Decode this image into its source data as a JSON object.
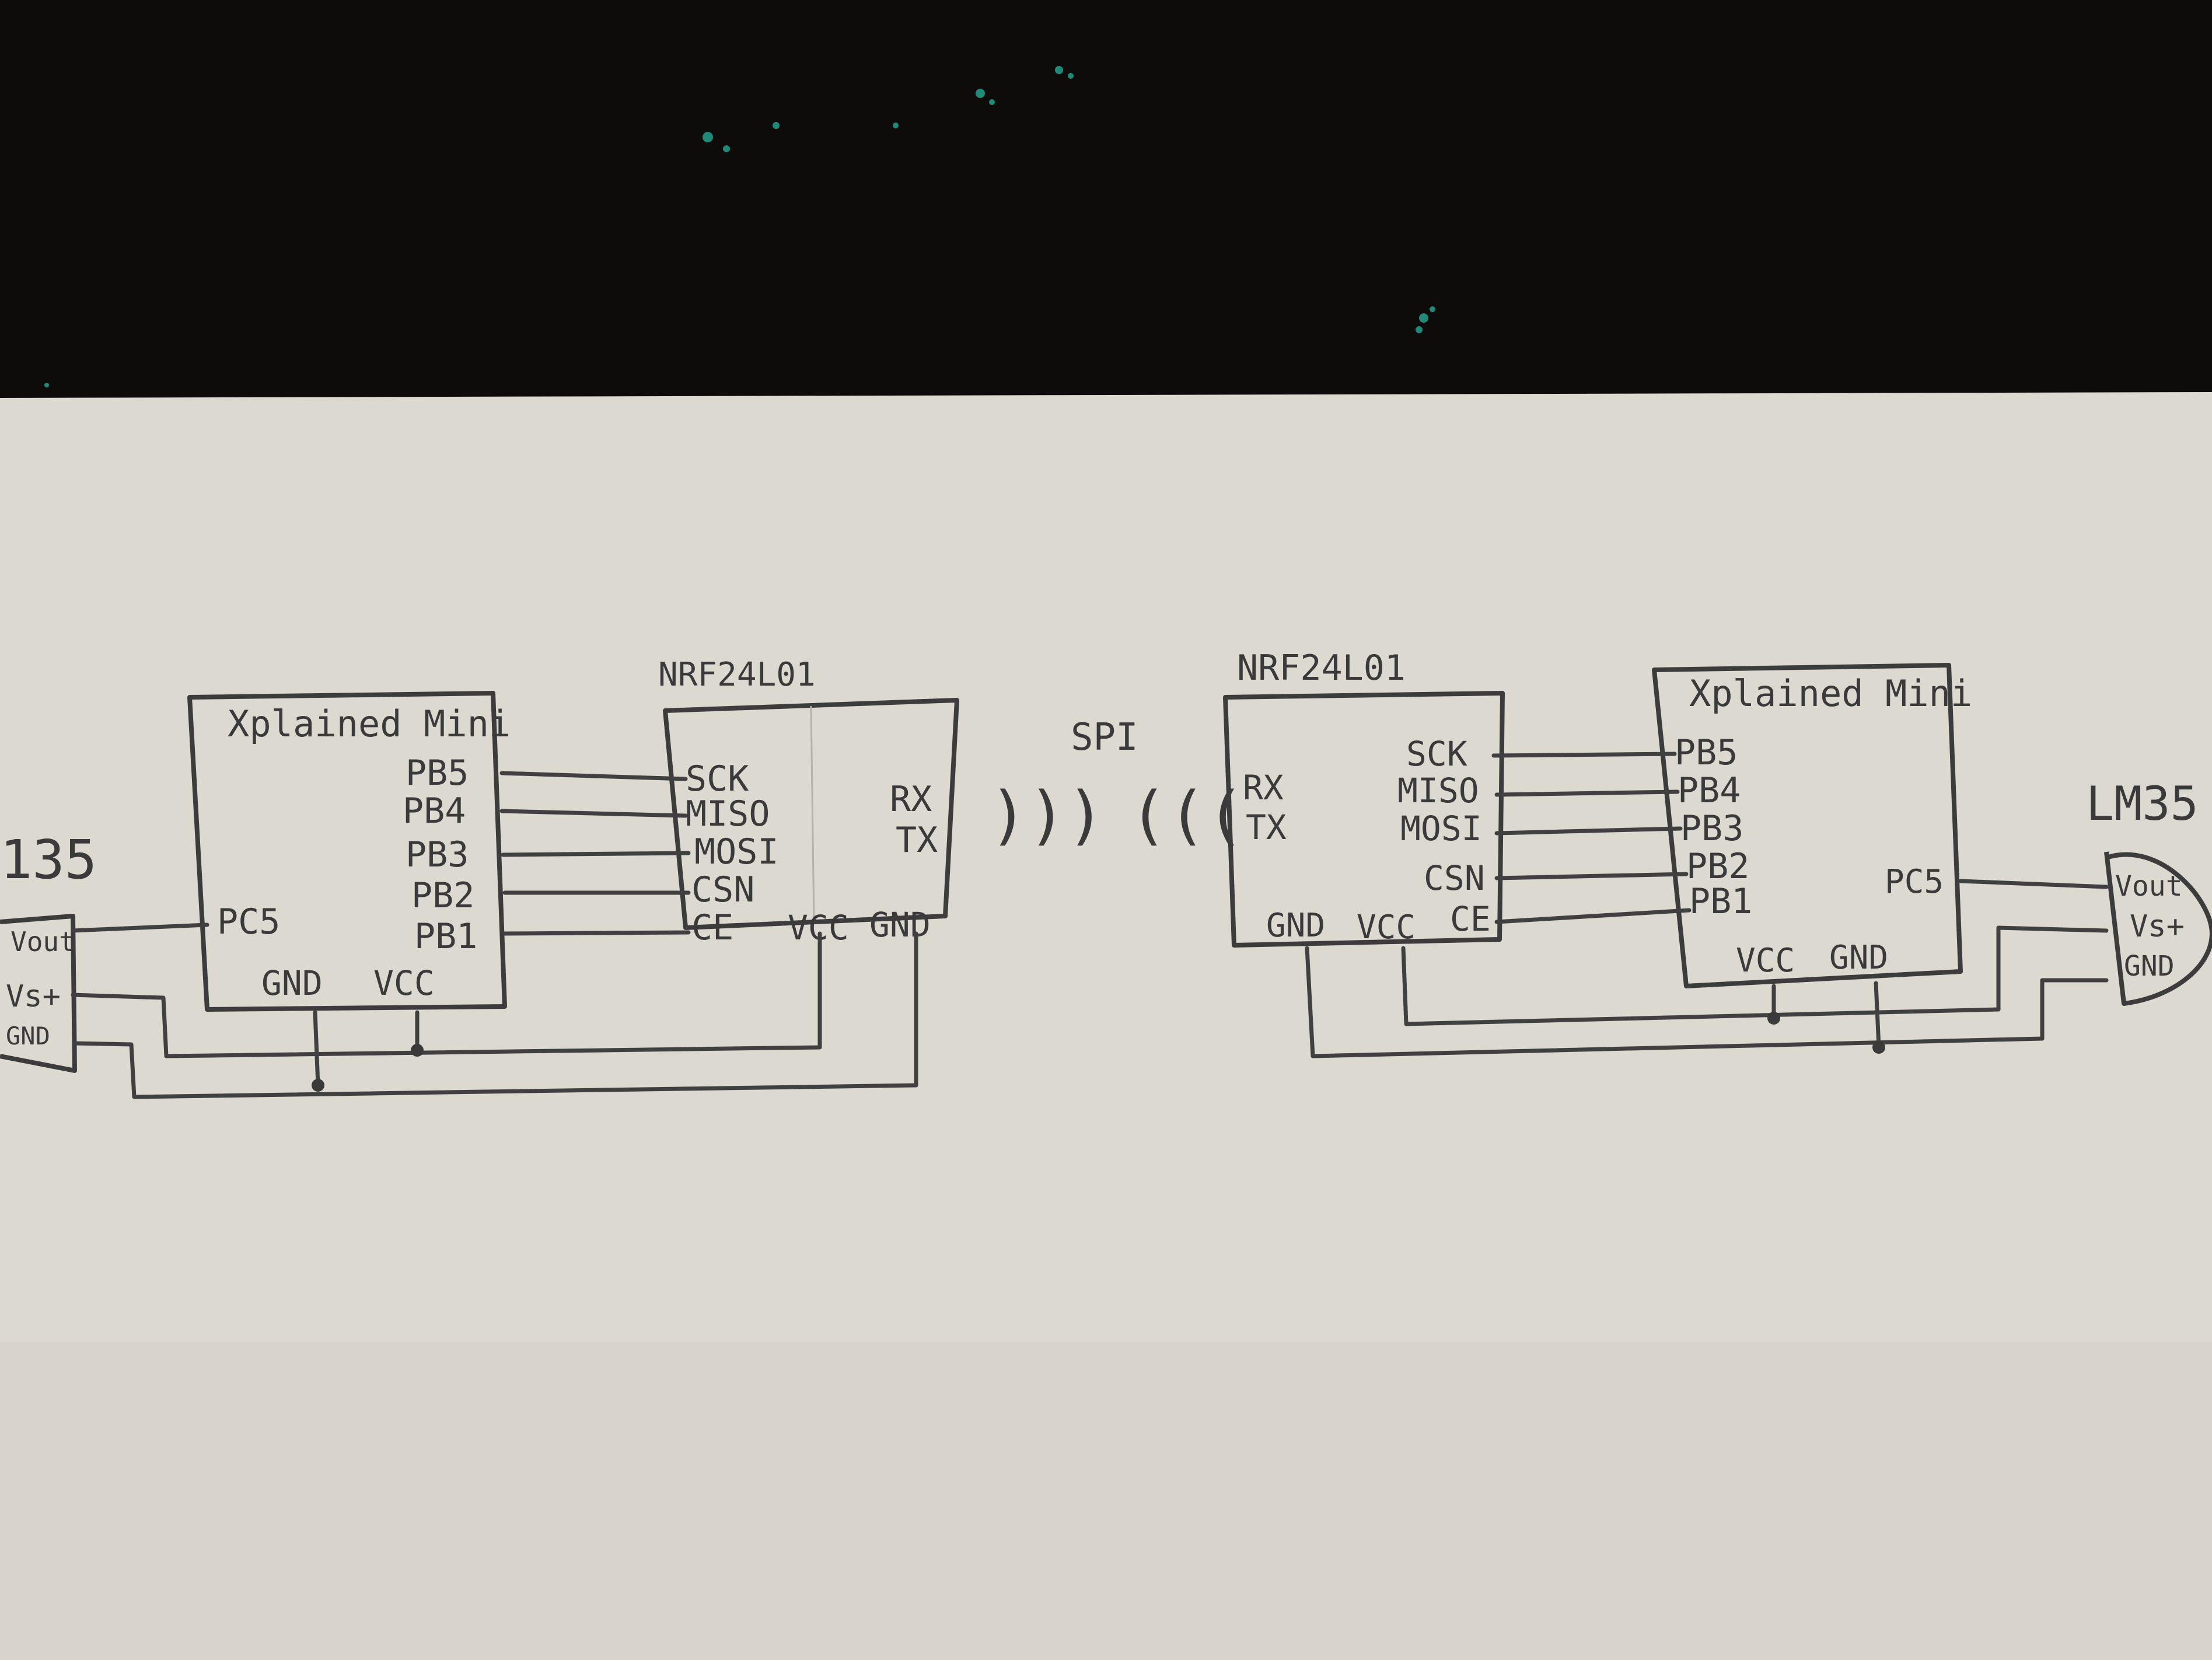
{
  "colors": {
    "table": "#0e0c0b",
    "paper": "#dcd9d1",
    "ink": "#3a3a3a",
    "paint_fleck": "#1f8a78"
  },
  "left": {
    "sensor": {
      "name": "135",
      "pins": [
        "Vout",
        "Vs+",
        "GND"
      ]
    },
    "mcu": {
      "title": "Xplained Mini",
      "right_pins": [
        "PB5",
        "PB4",
        "PB3",
        "PB2",
        "PB1"
      ],
      "left_pin": "PC5",
      "bottom_pins": [
        "GND",
        "VCC"
      ]
    },
    "radio": {
      "title": "NRF24L01",
      "left_pins": [
        "SCK",
        "MISO",
        "MOSI",
        "CSN",
        "CE"
      ],
      "right_pins": [
        "RX",
        "TX"
      ],
      "bottom_pins": [
        "VCC",
        "GND"
      ]
    }
  },
  "link": {
    "label": "SPI",
    "tx_waves": ")))",
    "rx_waves": "((("
  },
  "right": {
    "radio": {
      "title": "NRF24L01",
      "right_pins": [
        "SCK",
        "MISO",
        "MOSI",
        "CSN",
        "CE"
      ],
      "left_pins": [
        "RX",
        "TX"
      ],
      "bottom_pins": [
        "GND",
        "VCC"
      ]
    },
    "mcu": {
      "title": "Xplained Mini",
      "left_pins": [
        "PB5",
        "PB4",
        "PB3",
        "PB2",
        "PB1"
      ],
      "right_pin": "PC5",
      "bottom_pins": [
        "VCC",
        "GND"
      ]
    },
    "sensor": {
      "name": "LM35",
      "pins": [
        "Vout",
        "Vs+",
        "GND"
      ]
    }
  }
}
